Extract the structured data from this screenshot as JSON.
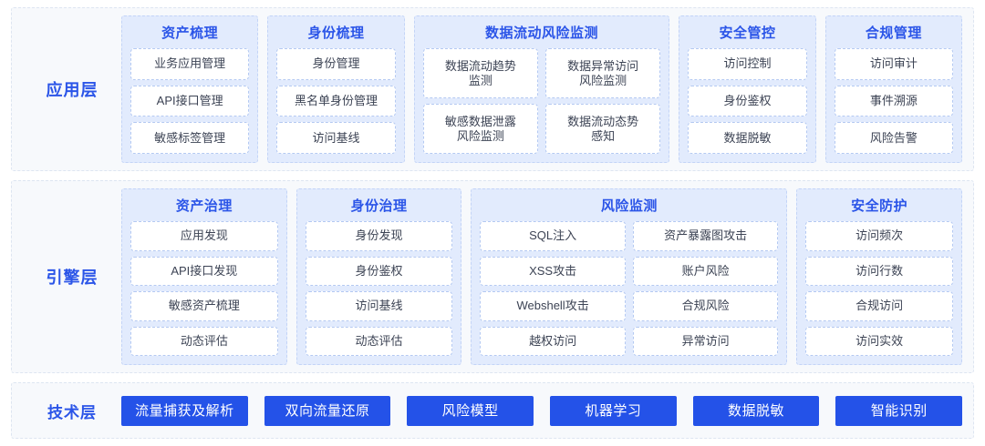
{
  "accent": {
    "title_blue": "#2b55e8",
    "button_blue": "#2452e8",
    "group_bg": "#e2ebfd",
    "layer_bg": "#f7f9fc",
    "item_border": "#b4c9f2",
    "item_text": "#3c4354"
  },
  "layers": [
    {
      "label": "应用层",
      "groups": [
        {
          "title": "资产梳理",
          "layout": "single",
          "items": [
            "业务应用管理",
            "API接口管理",
            "敏感标签管理"
          ]
        },
        {
          "title": "身份梳理",
          "layout": "single",
          "items": [
            "身份管理",
            "黑名单身份管理",
            "访问基线"
          ]
        },
        {
          "title": "数据流动风险监测",
          "layout": "two-col",
          "columns": [
            [
              "数据流动趋势\n监测",
              "敏感数据泄露\n风险监测"
            ],
            [
              "数据异常访问\n风险监测",
              "数据流动态势\n感知"
            ]
          ]
        },
        {
          "title": "安全管控",
          "layout": "single",
          "items": [
            "访问控制",
            "身份鉴权",
            "数据脱敏"
          ]
        },
        {
          "title": "合规管理",
          "layout": "single",
          "items": [
            "访问审计",
            "事件溯源",
            "风险告警"
          ]
        }
      ]
    },
    {
      "label": "引擎层",
      "groups": [
        {
          "title": "资产治理",
          "layout": "single",
          "items": [
            "应用发现",
            "API接口发现",
            "敏感资产梳理",
            "动态评估"
          ]
        },
        {
          "title": "身份治理",
          "layout": "single",
          "items": [
            "身份发现",
            "身份鉴权",
            "访问基线",
            "动态评估"
          ]
        },
        {
          "title": "风险监测",
          "layout": "two-col",
          "columns": [
            [
              "SQL注入",
              "XSS攻击",
              "Webshell攻击",
              "越权访问"
            ],
            [
              "资产暴露图攻击",
              "账户风险",
              "合规风险",
              "异常访问"
            ]
          ]
        },
        {
          "title": "安全防护",
          "layout": "single",
          "items": [
            "访问频次",
            "访问行数",
            "合规访问",
            "访问实效"
          ]
        }
      ]
    }
  ],
  "tech_layer": {
    "label": "技术层",
    "buttons": [
      "流量捕获及解析",
      "双向流量还原",
      "风险模型",
      "机器学习",
      "数据脱敏",
      "智能识别"
    ]
  }
}
